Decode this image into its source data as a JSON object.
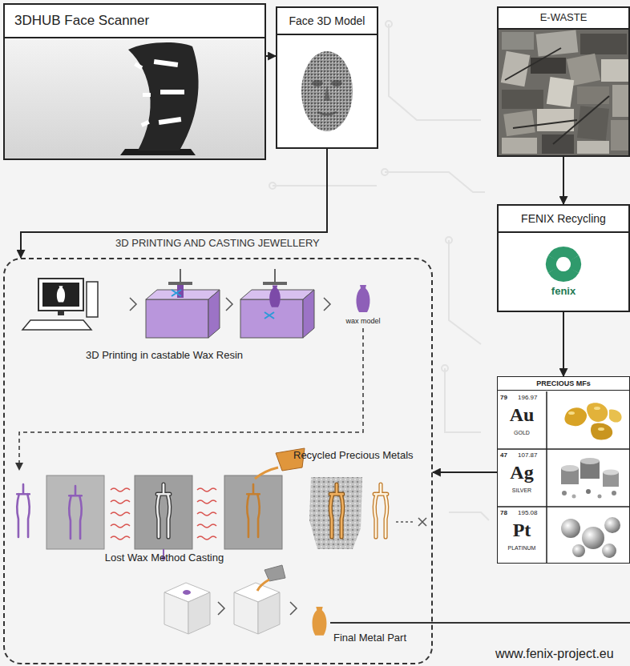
{
  "diagram": {
    "nodes": [
      {
        "text": [
          "3DHUB Face Scanner"
        ]
      },
      {
        "text": [
          "Face 3D Model"
        ]
      },
      {
        "text": [
          "E-WASTE"
        ]
      },
      {
        "text": [
          "FENIX Recycling",
          "fenix"
        ]
      },
      {
        "text": [
          "PRECIOUS MFs"
        ]
      },
      {
        "text": [
          "3D PRINTING AND CASTING JEWELLERY"
        ]
      }
    ],
    "edges": [
      {
        "from": 0,
        "to": 1,
        "arrow": "to"
      },
      {
        "from": 1,
        "to": 5,
        "arrow": "to"
      },
      {
        "from": 2,
        "to": 3,
        "arrow": "to"
      },
      {
        "from": 3,
        "to": 4,
        "arrow": "to"
      },
      {
        "from": 4,
        "to": 5,
        "arrow": "to"
      }
    ],
    "labels": [
      "3D Printing in castable Wax Resin",
      "wax model",
      "Recycled Precious Metals",
      "Lost Wax Method Casting",
      "Final Metal Part",
      "79",
      "196.97",
      "Au",
      "GOLD",
      "47",
      "107.87",
      "Ag",
      "SILVER",
      "78",
      "195.08",
      "Pt",
      "PLATINUM",
      "www.fenix-project.eu"
    ]
  }
}
